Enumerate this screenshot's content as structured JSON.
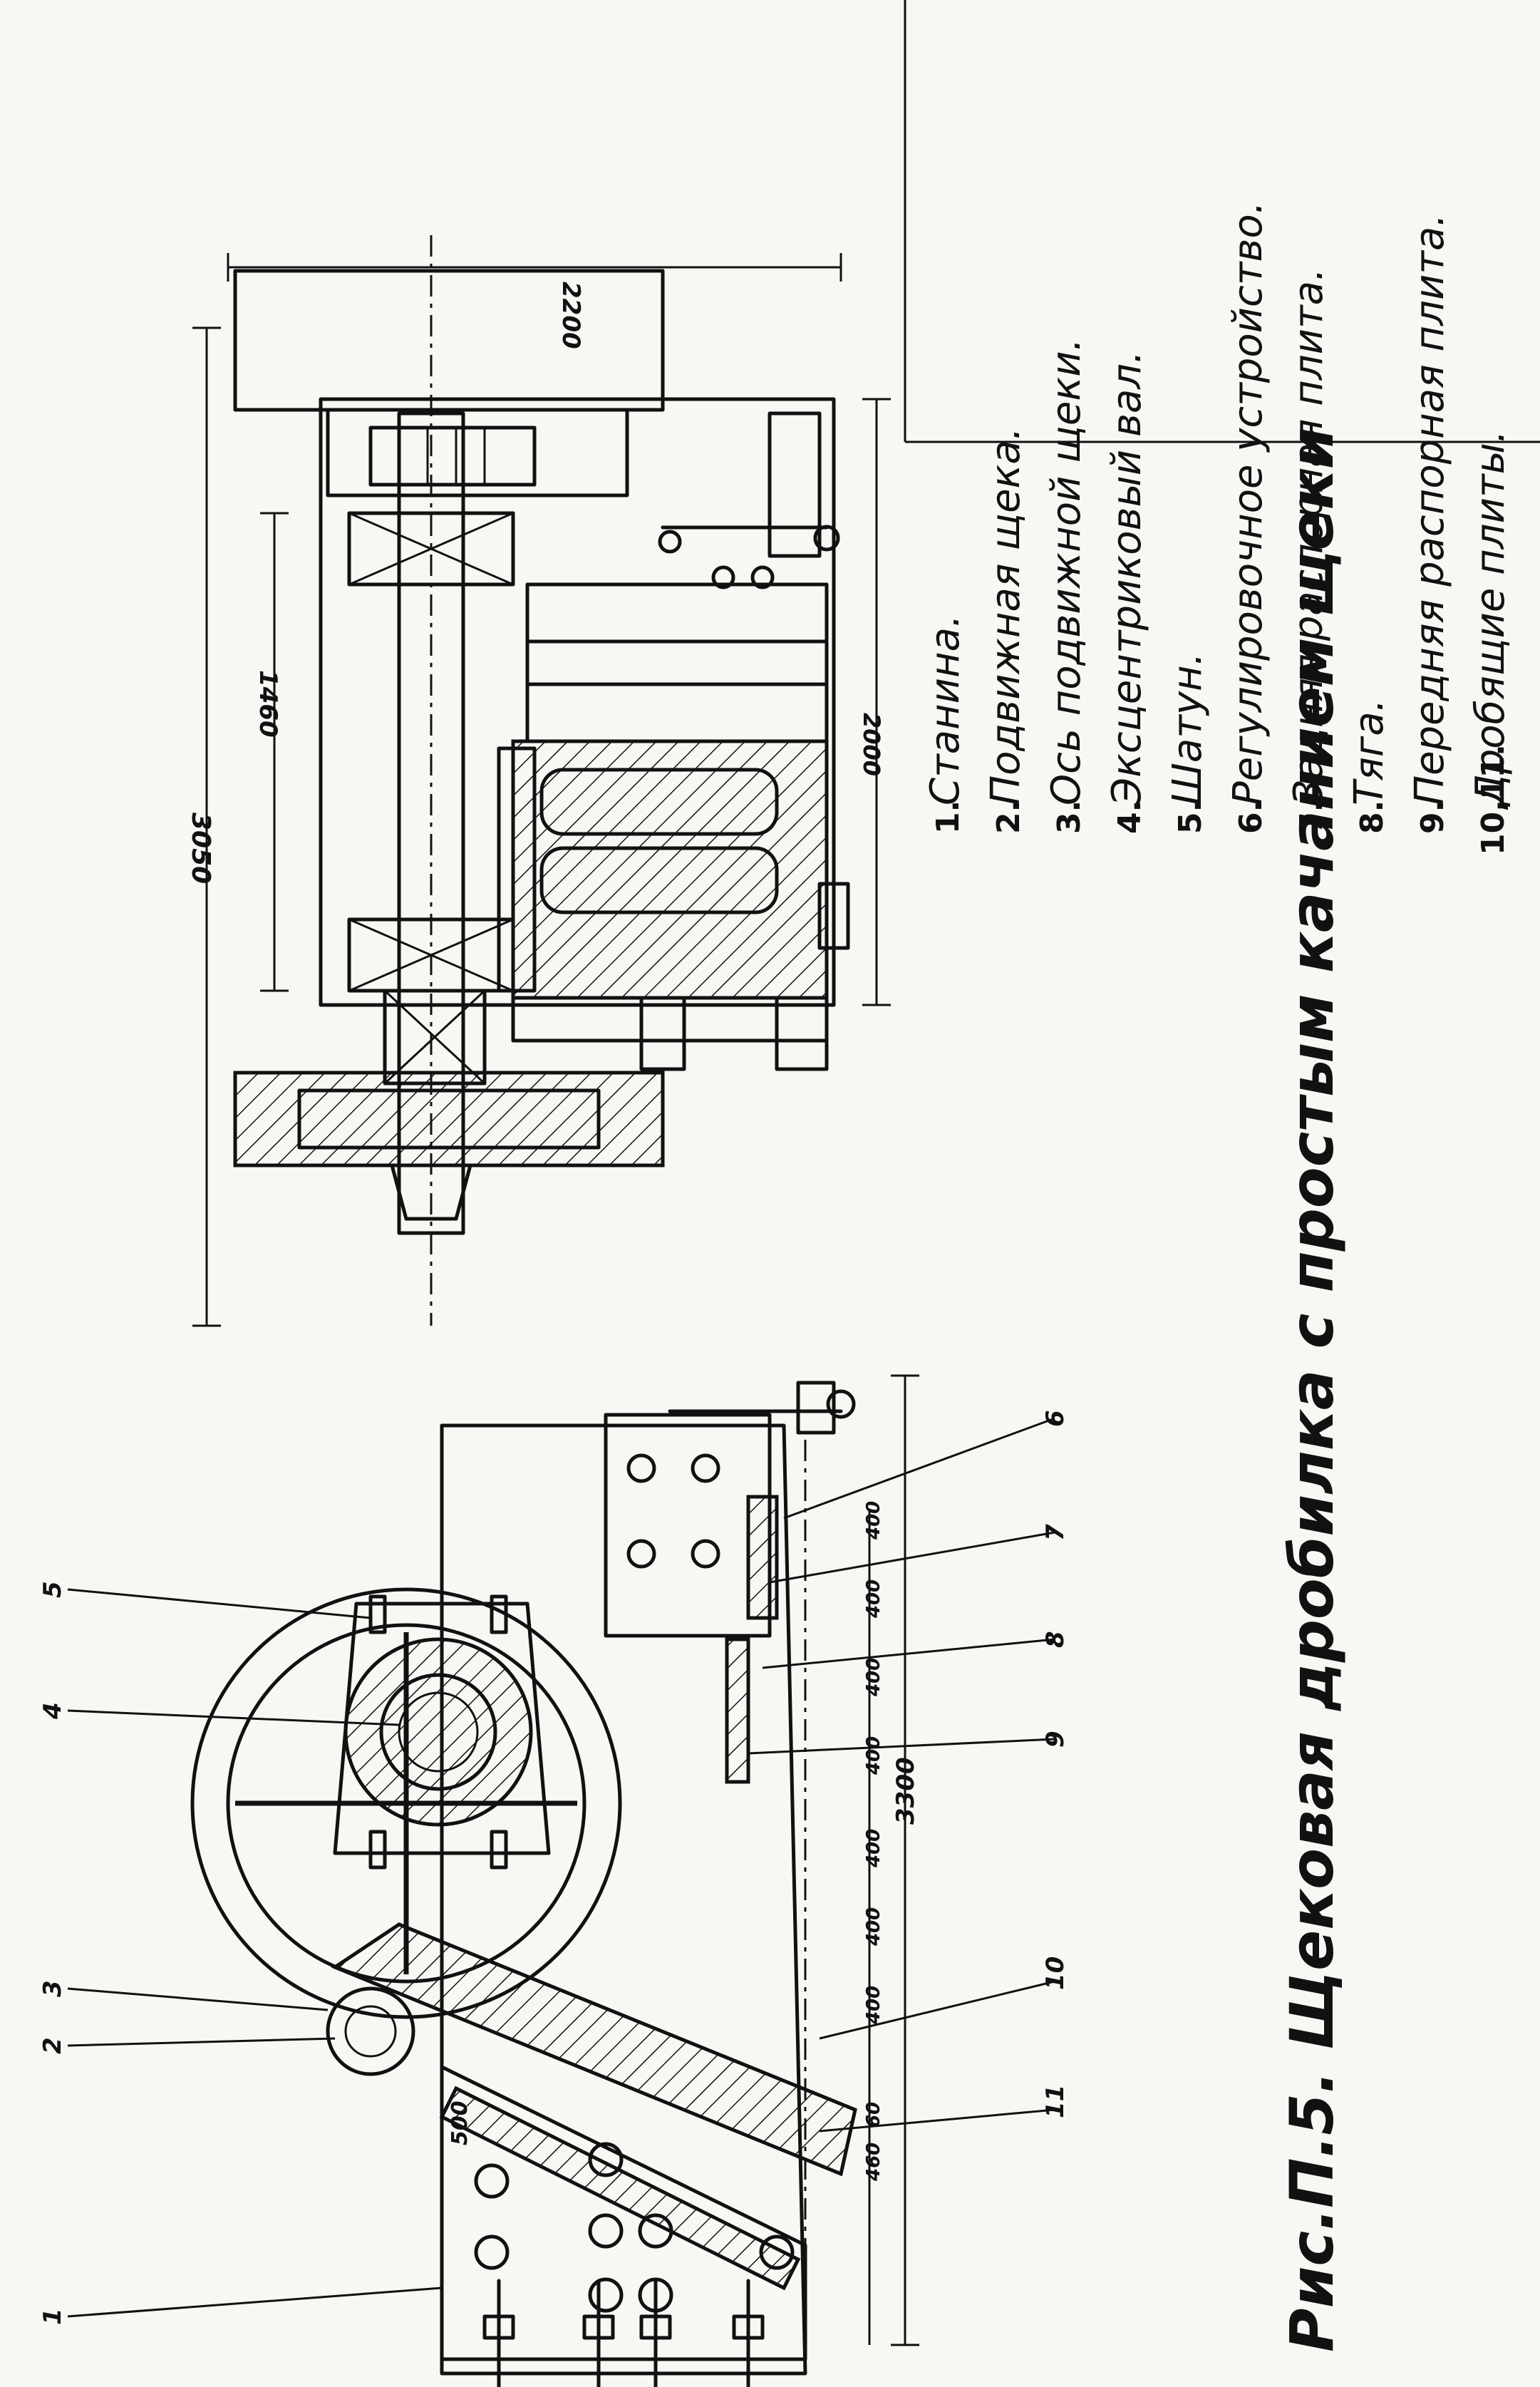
{
  "caption": "Рис.П.5. Щековая дробилка с простым качанием щеки",
  "legend": [
    {
      "num": "1.",
      "text": "Станина."
    },
    {
      "num": "2.",
      "text": "Подвижная щека."
    },
    {
      "num": "3.",
      "text": "Ось подвижной щеки."
    },
    {
      "num": "4.",
      "text": "Эксцентриковый вал."
    },
    {
      "num": "5.",
      "text": "Шатун."
    },
    {
      "num": "6.",
      "text": "Регулировочное устройство."
    },
    {
      "num": "7.",
      "text": "Задняя распорная плита."
    },
    {
      "num": "8.",
      "text": "Тяга."
    },
    {
      "num": "9.",
      "text": "Передняя распорная плита."
    },
    {
      "num": "10,11.",
      "text": "Дробящие плиты."
    }
  ],
  "section_view": {
    "dims": {
      "d3050": "3050",
      "d1460": "1460",
      "d2200": "2200",
      "d2000": "2000"
    }
  },
  "side_view": {
    "callouts": [
      "1",
      "2",
      "3",
      "4",
      "5",
      "6",
      "7",
      "8",
      "9",
      "10",
      "11"
    ],
    "dims": {
      "d3300": "3300",
      "d500": "500",
      "d60": "60",
      "d460": "460",
      "d400a": "400",
      "d400b": "400",
      "d400c": "400",
      "d400d": "400",
      "d400e": "400",
      "d400f": "400",
      "d400g": "400"
    }
  }
}
